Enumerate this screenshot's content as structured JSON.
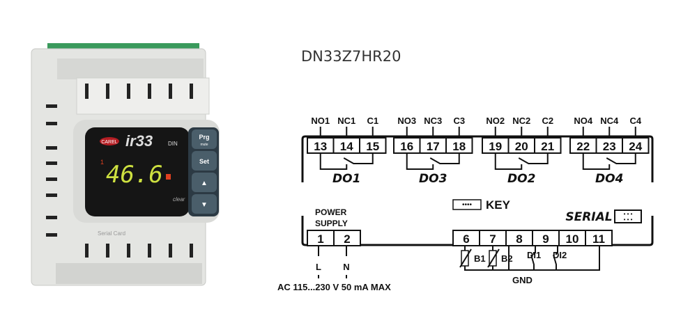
{
  "title": "DN33Z7HR20",
  "device": {
    "brand": "CAREL",
    "model": "ir33",
    "model_suffix": "DIN",
    "display_value": "46.6",
    "indicator": "1",
    "buttons": [
      "Prg",
      "Set",
      "▲",
      "▼"
    ],
    "prg_sub": "mute",
    "clear_label": "clear",
    "serial_card_label": "Serial Card"
  },
  "relay_groups": [
    {
      "name": "DO1",
      "labels": [
        "NO1",
        "NC1",
        "C1"
      ],
      "terminals": [
        "13",
        "14",
        "15"
      ]
    },
    {
      "name": "DO3",
      "labels": [
        "NO3",
        "NC3",
        "C3"
      ],
      "terminals": [
        "16",
        "17",
        "18"
      ]
    },
    {
      "name": "DO2",
      "labels": [
        "NO2",
        "NC2",
        "C2"
      ],
      "terminals": [
        "19",
        "20",
        "21"
      ]
    },
    {
      "name": "DO4",
      "labels": [
        "NO4",
        "NC4",
        "C4"
      ],
      "terminals": [
        "22",
        "23",
        "24"
      ]
    }
  ],
  "power": {
    "label_line1": "POWER",
    "label_line2": "SUPPLY",
    "terminals": [
      "1",
      "2"
    ],
    "wires": [
      "L",
      "N"
    ],
    "spec": "AC 115...230 V 50 mA MAX"
  },
  "io": {
    "terminals": [
      "6",
      "7",
      "8",
      "9",
      "10",
      "11"
    ],
    "probes": [
      "B1",
      "B2"
    ],
    "digital_inputs": [
      "DI1",
      "DI2"
    ],
    "gnd": "GND"
  },
  "key_label": "KEY",
  "serial_label": "SERIAL"
}
